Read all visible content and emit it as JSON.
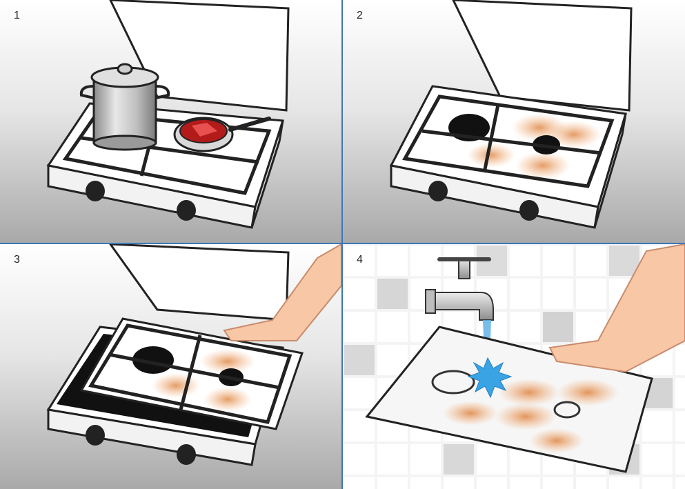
{
  "steps": [
    {
      "number": "1"
    },
    {
      "number": "2"
    },
    {
      "number": "3"
    },
    {
      "number": "4"
    }
  ]
}
